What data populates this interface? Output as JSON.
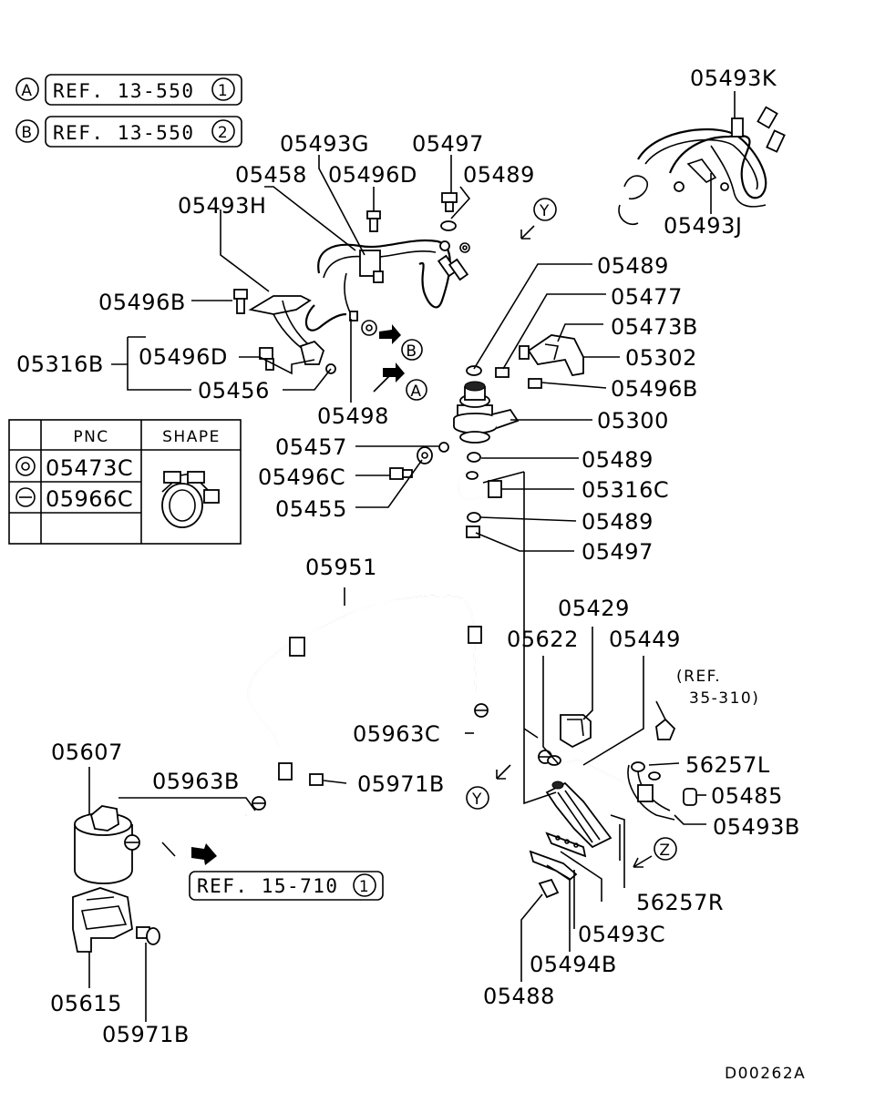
{
  "diagram_code": "D00262A",
  "refs": {
    "a": {
      "letter": "A",
      "text": "REF. 13-550",
      "circle": "1"
    },
    "b": {
      "letter": "B",
      "text": "REF. 13-550",
      "circle": "2"
    },
    "c": {
      "text": "REF. 15-710",
      "circle": "1"
    },
    "d_line1": "(REF.",
    "d_line2": "35-310)"
  },
  "view_markers": {
    "a": "A",
    "b": "B",
    "y1": "Y",
    "y2": "Y",
    "z": "Z"
  },
  "table": {
    "header_pnc": "PNC",
    "header_shape": "SHAPE",
    "rows": [
      {
        "symbol": "double-circle",
        "pnc": "05473C"
      },
      {
        "symbol": "circle-minus",
        "pnc": "05966C"
      }
    ]
  },
  "labels": [
    "05493K",
    "05493J",
    "05493G",
    "05497",
    "05458",
    "05496D",
    "05489",
    "05493H",
    "05496B",
    "05489",
    "05477",
    "05473B",
    "05302",
    "05496B",
    "05316B",
    "05496D",
    "05456",
    "05498",
    "05300",
    "05457",
    "05489",
    "05496C",
    "05316C",
    "05455",
    "05489",
    "05497",
    "05951",
    "05429",
    "05622",
    "05449",
    "05963C",
    "56257L",
    "05485",
    "05493B",
    "05607",
    "05963B",
    "05971B",
    "56257R",
    "05493C",
    "05494B",
    "05488",
    "05615",
    "05971B"
  ]
}
